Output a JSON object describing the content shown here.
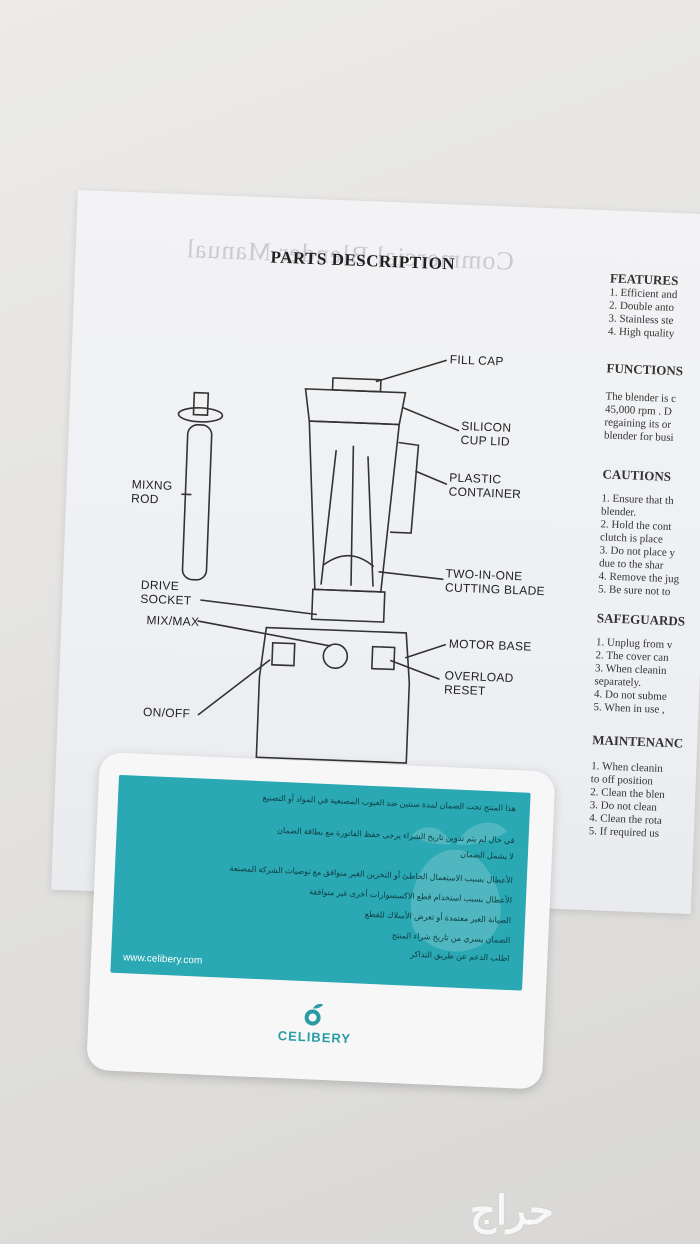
{
  "manual": {
    "ghost_title": "Commercial Blender Manual",
    "title": "PARTS DESCRIPTION",
    "labels": {
      "fill_cap": "FILL CAP",
      "silicon_cup_lid": "SILICON\nCUP LID",
      "plastic_container": "PLASTIC\nCONTAINER",
      "mixing_rod": "MIXNG\nROD",
      "cutting_blade": "TWO-IN-ONE\nCUTTING BLADE",
      "drive_socket": "DRIVE\nSOCKET",
      "mix_max": "MIX/MAX",
      "motor_base": "MOTOR BASE",
      "overload_reset": "OVERLOAD\nRESET",
      "on_off": "ON/OFF"
    },
    "sections": {
      "features": {
        "heading": "FEATURES",
        "lines": [
          "1. Efficient and",
          "2. Double anto",
          "3. Stainless ste",
          "4. High quality"
        ]
      },
      "functions": {
        "heading": "FUNCTIONS",
        "lines": [
          "The blender is c",
          "45,000 rpm . D",
          "regaining its or",
          "blender for busi"
        ]
      },
      "cautions": {
        "heading": "CAUTIONS",
        "lines": [
          "1. Ensure that th",
          "   blender.",
          "2. Hold the cont",
          "   clutch is place",
          "3. Do not place y",
          "   due to the shar",
          "4. Remove the jug",
          "5. Be sure not to"
        ]
      },
      "safeguards": {
        "heading": "SAFEGUARDS",
        "lines": [
          "1. Unplug from v",
          "2. The cover can",
          "3. When cleanin",
          "   separately.",
          "4. Do not subme",
          "5. When in use ,"
        ]
      },
      "maintenance": {
        "heading": "MAINTENANC",
        "lines": [
          "1. When cleanin",
          "   to off position",
          "2. Clean the blen",
          "3. Do not clean",
          "4. Clean the rota",
          "5. If required us"
        ]
      }
    }
  },
  "card": {
    "arabic_lines": [
      "هذا المنتج تحت الضمان لمدة سنتين ضد العيوب المصنعية في المواد أو التصنيع",
      "في حال لم يتم تدوين تاريخ الشراء يرجى حفظ الفاتورة مع بطاقة الضمان",
      "لا يشمل الضمان",
      "الأعطال بسبب الاستعمال الخاطئ أو التخزين الغير متوافق مع توصيات الشركة المصنعة",
      "الأعطال بسبب استخدام قطع الاكسسوارات أخرى غير متوافقة",
      "الصيانة الغير معتمدة أو تعرض الأسلاك للقطع",
      "الضمان يسري من تاريخ شراء المنتج",
      "اطلب الدعم عن طريق التذاكر"
    ],
    "website": "www.celibery.com",
    "brand": "CELIBERY"
  },
  "watermark": "حراج",
  "colors": {
    "teal": "#2aa8b3",
    "brand": "#2a9ba6"
  }
}
